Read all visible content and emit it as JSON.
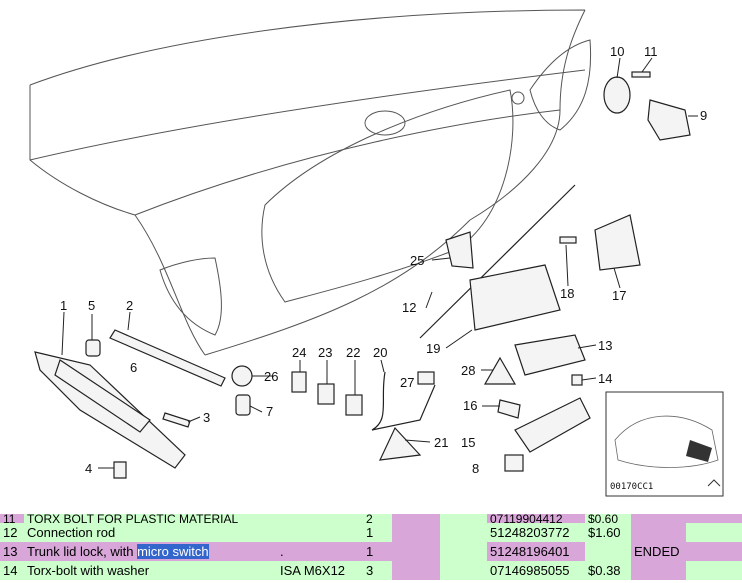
{
  "diagram": {
    "callouts": [
      "1",
      "2",
      "3",
      "4",
      "5",
      "6",
      "7",
      "8",
      "9",
      "10",
      "11",
      "12",
      "13",
      "14",
      "15",
      "16",
      "17",
      "18",
      "19",
      "20",
      "21",
      "22",
      "23",
      "24",
      "25",
      "26",
      "27",
      "28"
    ],
    "inset_code": "00170CC1"
  },
  "table": {
    "rows": [
      {
        "num": "11",
        "desc": "TORX BOLT FOR PLASTIC MATERIAL",
        "highlight": "",
        "dim": "",
        "qty": "2",
        "part": "07119904412",
        "price": "$0.60",
        "note": ""
      },
      {
        "num": "12",
        "desc": "Connection rod",
        "highlight": "",
        "dim": "",
        "qty": "1",
        "part": "51248203772",
        "price": "$1.60",
        "note": ""
      },
      {
        "num": "13",
        "desc": "Trunk lid lock, with ",
        "highlight": "micro switch",
        "dim": ".",
        "qty": "1",
        "part": "51248196401",
        "price": "",
        "note": "ENDED"
      },
      {
        "num": "14",
        "desc": "Torx-bolt with washer",
        "highlight": "",
        "dim": "ISA M6X12",
        "qty": "3",
        "part": "07146985055",
        "price": "$0.38",
        "note": ""
      }
    ]
  }
}
